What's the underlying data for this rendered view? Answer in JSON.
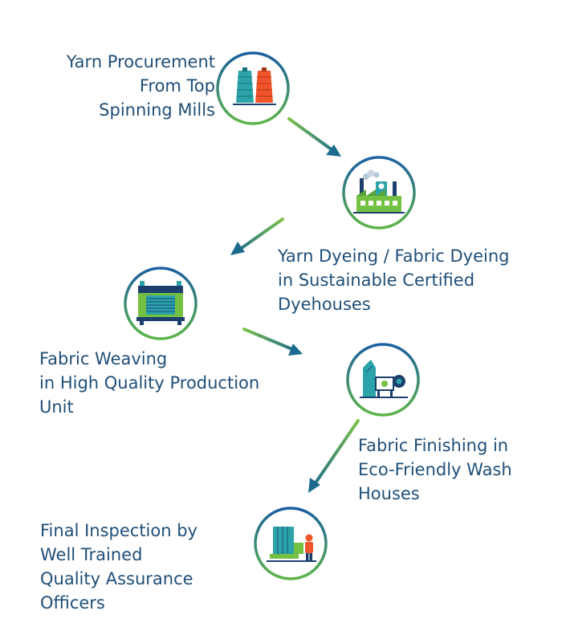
{
  "steps": [
    {
      "id": "yarn-procurement",
      "lines": [
        "Yarn Procurement",
        "From Top",
        "Spinning Mills"
      ],
      "icon": "yarn-cones-icon"
    },
    {
      "id": "dyeing",
      "lines": [
        "Yarn Dyeing / Fabric Dyeing",
        "in Sustainable Certified",
        "Dyehouses"
      ],
      "icon": "factory-icon"
    },
    {
      "id": "weaving",
      "lines": [
        "Fabric Weaving",
        "in High Quality Production",
        "Unit"
      ],
      "icon": "weaving-loom-icon"
    },
    {
      "id": "finishing",
      "lines": [
        "Fabric Finishing in",
        "Eco-Friendly Wash",
        "Houses"
      ],
      "icon": "finishing-machine-icon"
    },
    {
      "id": "inspection",
      "lines": [
        "Final Inspection by",
        "Well Trained",
        "Quality Assurance",
        "Officers"
      ],
      "icon": "inspection-worker-icon"
    }
  ],
  "colors": {
    "text": "#1f4e78",
    "ring_start": "#1a5fa0",
    "ring_end": "#5db548",
    "arrow_start": "#7cc14a",
    "arrow_end": "#1c6b8e",
    "teal": "#2ba3a8",
    "green": "#74c043",
    "orange": "#f0542a",
    "navy": "#1c3f6e"
  }
}
